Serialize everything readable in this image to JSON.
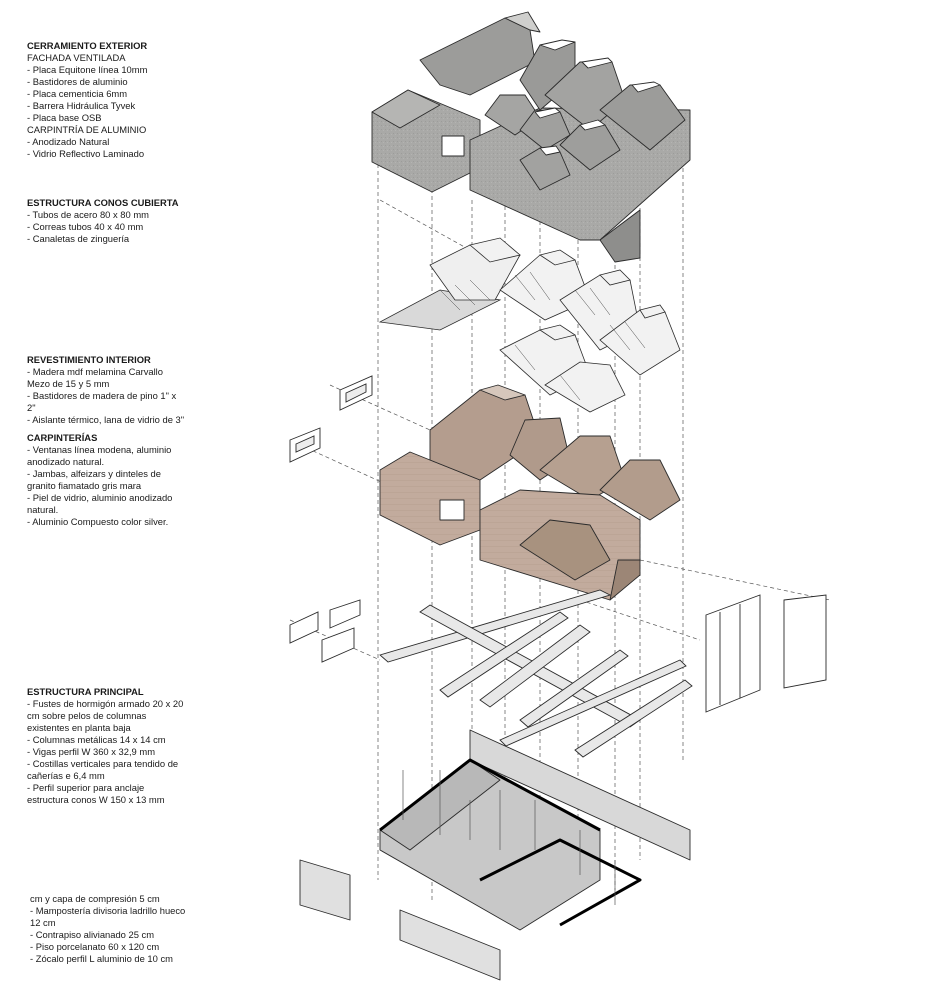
{
  "legend": {
    "cerramiento": {
      "title": "CERRAMIENTO EXTERIOR",
      "subtitle1": "FACHADA VENTILADA",
      "items1": [
        "- Placa Equitone línea 10mm",
        "- Bastidores de aluminio",
        "- Placa cementicia 6mm",
        "- Barrera Hidráulica Tyvek",
        "- Placa base OSB"
      ],
      "subtitle2": "CARPINTRÍA DE ALUMINIO",
      "items2": [
        "- Anodizado Natural",
        "- Vidrio Reflectivo Laminado"
      ]
    },
    "estructura_conos": {
      "title": "ESTRUCTURA CONOS CUBIERTA",
      "items": [
        "- Tubos de acero 80 x 80 mm",
        "- Correas tubos 40 x 40 mm",
        "- Canaletas de zinguería"
      ]
    },
    "revestimiento": {
      "title": "REVESTIMIENTO INTERIOR",
      "items": [
        "- Madera mdf melamina Carvallo Mezo de 15 y 5 mm",
        "- Bastidores de madera de pino 1\" x 2\"",
        "- Aislante térmico, lana de vidrio de 3\""
      ]
    },
    "carpinterias": {
      "title": "CARPINTERÍAS",
      "items": [
        "- Ventanas línea modena, aluminio anodizado natural.",
        "- Jambas, alfeizars y dinteles de granito fiamatado gris mara",
        "- Piel de vidrio, aluminio anodizado natural.",
        "- Aluminio Compuesto color silver."
      ]
    },
    "estructura_principal": {
      "title": "ESTRUCTURA PRINCIPAL",
      "items": [
        "- Fustes de hormigón armado 20 x 20 cm sobre pelos de columnas existentes en planta baja",
        "- Columnas metálicas 14 x 14 cm",
        "- Vigas perfil W 360 x 32,9 mm",
        "- Costillas verticales para tendido de cañerías e 6,4 mm",
        "- Perfil superior para anclaje estructura conos W 150 x 13 mm"
      ]
    },
    "losa": {
      "items": [
        "cm y capa de compresión 5 cm",
        " - Mampostería divisoria ladrillo hueco 12 cm",
        " - Contrapiso alivianado 25 cm",
        " - Piso porcelanato 60 x 120 cm",
        " - Zócalo perfil L aluminio de 10 cm"
      ]
    }
  },
  "colors": {
    "concrete": "#a9a9a7",
    "concrete_dark": "#8e8e8c",
    "wood": "#c2ab9d",
    "wood_dark": "#a8927f",
    "line": "#2b2b2b",
    "floor": "#c8c8c8"
  }
}
